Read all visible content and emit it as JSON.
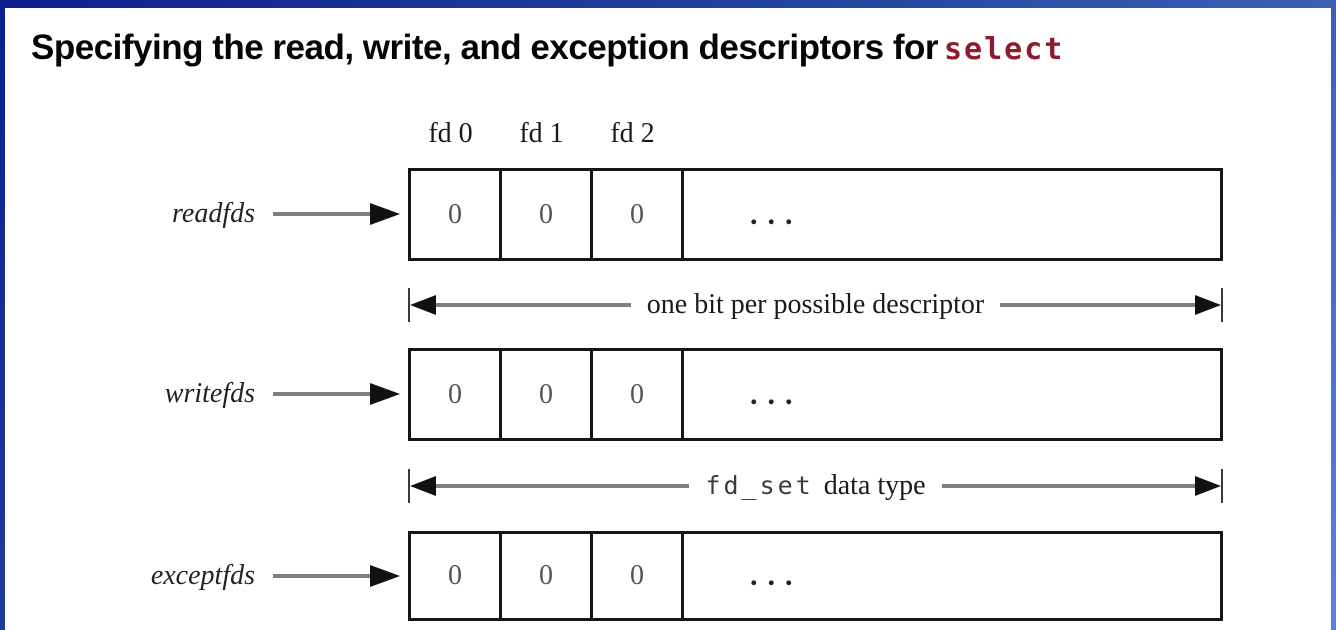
{
  "title": {
    "main": "Specifying the read, write, and exception descriptors for",
    "code": "select"
  },
  "column_headers": [
    "fd 0",
    "fd 1",
    "fd 2"
  ],
  "rows": [
    {
      "name": "readfds",
      "cells": [
        "0",
        "0",
        "0"
      ],
      "ellipsis": "..."
    },
    {
      "name": "writefds",
      "cells": [
        "0",
        "0",
        "0"
      ],
      "ellipsis": "..."
    },
    {
      "name": "exceptfds",
      "cells": [
        "0",
        "0",
        "0"
      ],
      "ellipsis": "..."
    }
  ],
  "annotations": {
    "bit_note": "one bit per possible descriptor",
    "type_note_code": "fd_set",
    "type_note_text": "data type"
  },
  "colors": {
    "frame_gradient_start": "#0b1f8e",
    "frame_gradient_end": "#5584d6",
    "canvas_background": "#ffffff",
    "title_text": "#050505",
    "code_maroon": "#8e1b2e",
    "box_border": "#151515",
    "arrow_shaft_gray": "#7f7f7f",
    "arrowhead_black": "#111111",
    "cell_zero_text": "#555555"
  }
}
